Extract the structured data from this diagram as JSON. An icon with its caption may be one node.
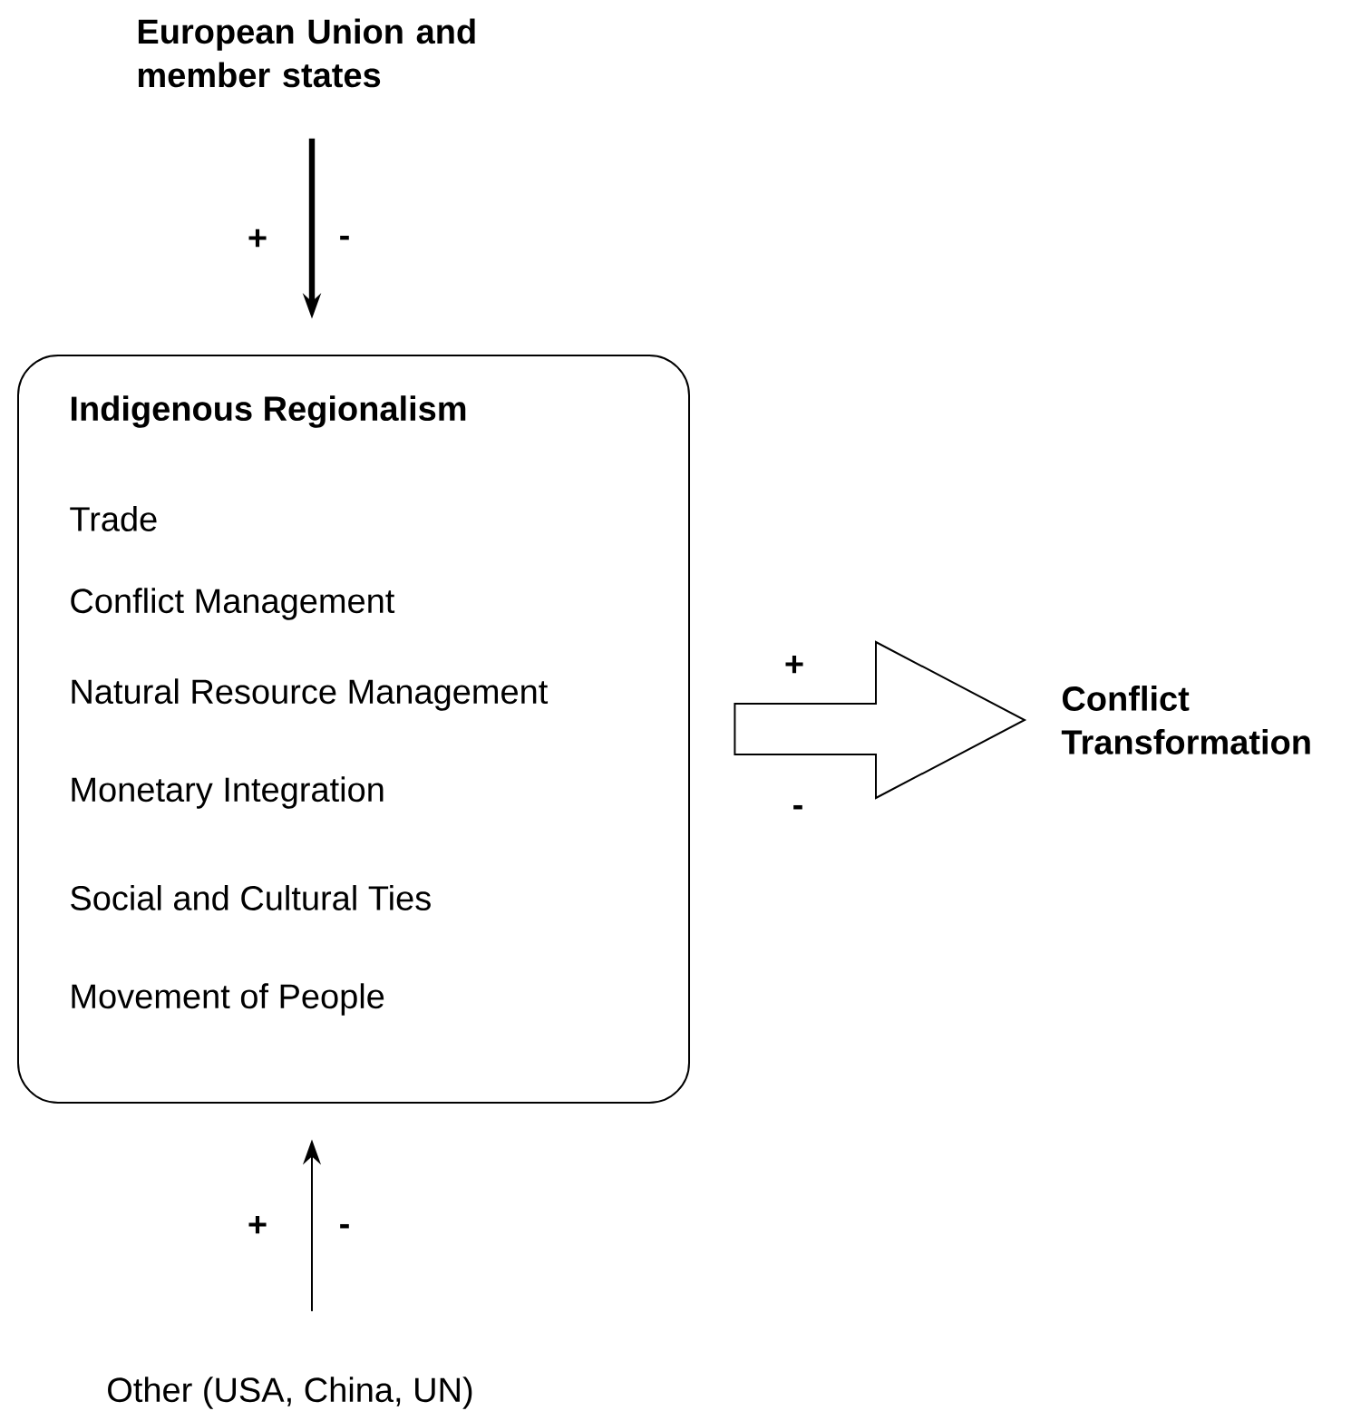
{
  "diagram": {
    "nodes": [
      {
        "text": [
          "European Union and member states"
        ]
      },
      {
        "text": [
          "Indigenous Regionalism",
          "Trade",
          "Conflict Management",
          "Natural Resource Management",
          "Monetary Integration",
          "Social and Cultural Ties",
          "Movement of People"
        ]
      },
      {
        "text": [
          "Conflict Transformation"
        ]
      },
      {
        "text": [
          "Other (USA, China, UN)"
        ]
      }
    ],
    "edges": [
      {
        "from": 0,
        "to": 1,
        "arrow": "to",
        "style": "thick"
      },
      {
        "from": 1,
        "to": 2,
        "arrow": "to"
      },
      {
        "from": 3,
        "to": 1,
        "arrow": "to"
      }
    ],
    "labels": [
      "+",
      "-",
      "+",
      "-",
      "+",
      "-"
    ]
  }
}
